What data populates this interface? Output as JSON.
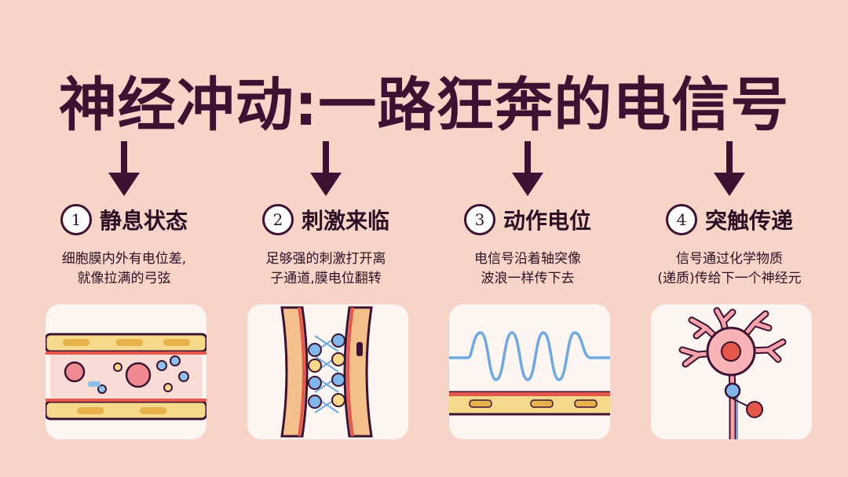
{
  "title": "神经冲动:一路狂奔的电信号",
  "steps": [
    {
      "num": "1",
      "title": "静息状态",
      "desc": [
        "细胞膜内外有电位差,",
        "就像拉满的弓弦"
      ],
      "illustration": "resting-membrane-icon"
    },
    {
      "num": "2",
      "title": "刺激来临",
      "desc": [
        "足够强的刺激打开离",
        "子通道,膜电位翻转"
      ],
      "illustration": "ion-channel-icon"
    },
    {
      "num": "3",
      "title": "动作电位",
      "desc": [
        "电信号沿着轴突像",
        "波浪一样传下去"
      ],
      "illustration": "action-potential-wave-icon"
    },
    {
      "num": "4",
      "title": "突触传递",
      "desc": [
        "信号通过化学物质",
        "(递质)传给下一个神经元"
      ],
      "illustration": "neuron-synapse-icon"
    }
  ],
  "colors": {
    "background": "#f7d4c7",
    "dark": "#3c1232",
    "membrane_yellow": "#f6d98a",
    "membrane_red": "#e4574c",
    "ion_blue": "#6da9e0"
  }
}
